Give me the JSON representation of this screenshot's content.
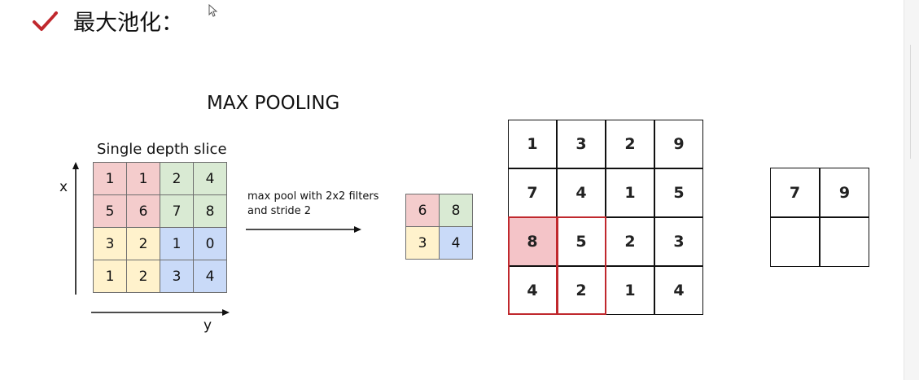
{
  "header": {
    "title": "最大池化：",
    "icon": "check-icon",
    "icon_color": "#c0282d"
  },
  "diagram": {
    "title": "MAX POOLING",
    "slice_label": "Single depth slice",
    "x_axis_label": "x",
    "y_axis_label": "y",
    "input_grid": [
      {
        "value": "1",
        "color": "pink"
      },
      {
        "value": "1",
        "color": "pink"
      },
      {
        "value": "2",
        "color": "green"
      },
      {
        "value": "4",
        "color": "green"
      },
      {
        "value": "5",
        "color": "pink"
      },
      {
        "value": "6",
        "color": "pink"
      },
      {
        "value": "7",
        "color": "green"
      },
      {
        "value": "8",
        "color": "green"
      },
      {
        "value": "3",
        "color": "yellow"
      },
      {
        "value": "2",
        "color": "yellow"
      },
      {
        "value": "1",
        "color": "blue"
      },
      {
        "value": "0",
        "color": "blue"
      },
      {
        "value": "1",
        "color": "yellow"
      },
      {
        "value": "2",
        "color": "yellow"
      },
      {
        "value": "3",
        "color": "blue"
      },
      {
        "value": "4",
        "color": "blue"
      }
    ],
    "caption_line1": "max pool with 2x2 filters",
    "caption_line2": "and stride 2",
    "output_grid": [
      {
        "value": "6",
        "color": "pink"
      },
      {
        "value": "8",
        "color": "green"
      },
      {
        "value": "3",
        "color": "yellow"
      },
      {
        "value": "4",
        "color": "blue"
      }
    ],
    "colors": {
      "pink": "#f4cccc",
      "green": "#d9ead3",
      "yellow": "#fff2cc",
      "blue": "#c9daf8"
    }
  },
  "example": {
    "grid": [
      "1",
      "3",
      "2",
      "9",
      "7",
      "4",
      "1",
      "5",
      "8",
      "5",
      "2",
      "3",
      "4",
      "2",
      "1",
      "4"
    ],
    "highlight_color": "#c0282d",
    "highlight_fill": "#f4c4c8",
    "result": [
      "7",
      "9",
      "",
      ""
    ]
  }
}
